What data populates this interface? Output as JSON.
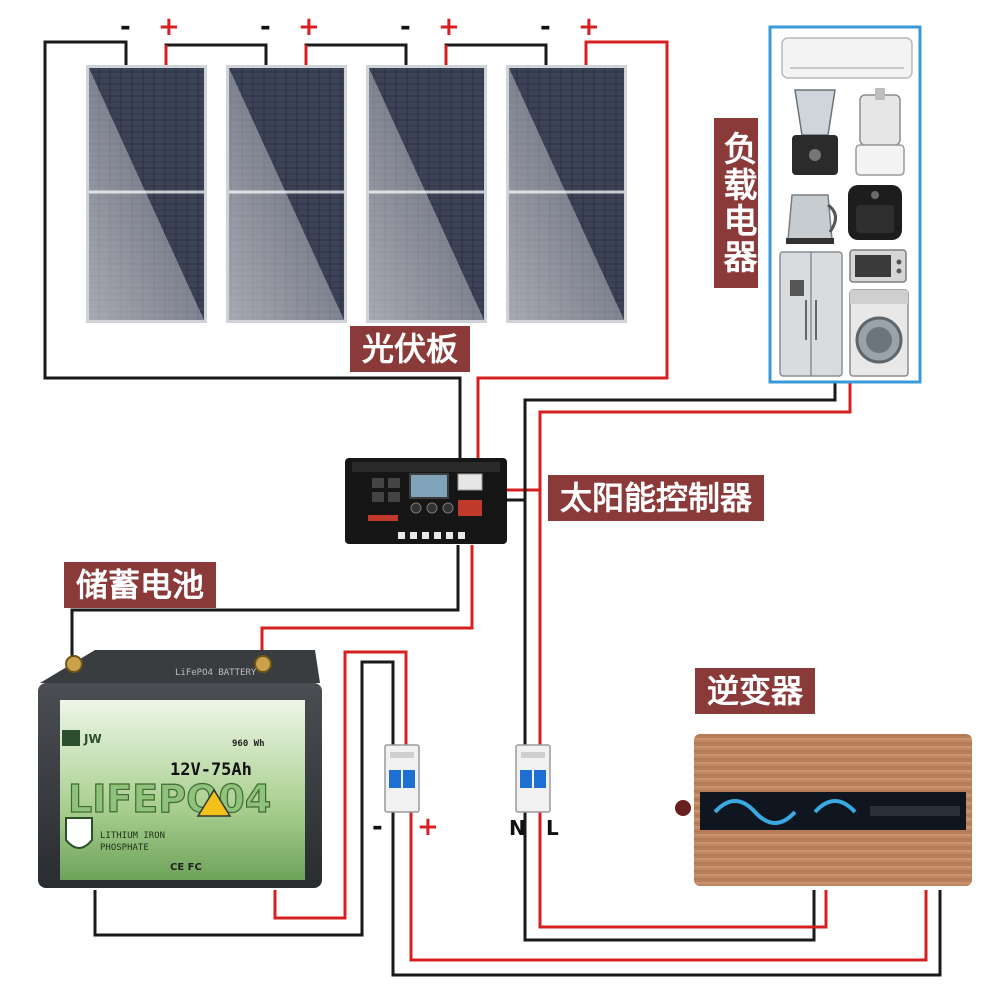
{
  "labels": {
    "pv_panels": "光伏板",
    "load": "负载电器",
    "controller": "太阳能控制器",
    "battery": "储蓄电池",
    "inverter": "逆变器"
  },
  "panel_terminals": [
    {
      "neg": "-",
      "pos": "+"
    },
    {
      "neg": "-",
      "pos": "+"
    },
    {
      "neg": "-",
      "pos": "+"
    },
    {
      "neg": "-",
      "pos": "+"
    }
  ],
  "breaker_dc": {
    "neg": "-",
    "pos": "+"
  },
  "breaker_ac": {
    "n": "N",
    "l": "L"
  },
  "battery_face": {
    "brand": "JW",
    "model": "LIFEPO04",
    "rating": "12V-75Ah",
    "energy": "960 Wh",
    "chem_line1": "LITHIUM IRON",
    "chem_line2": "PHOSPHATE",
    "top_label": "LiFePO4 BATTERY",
    "marks": "CE FC"
  },
  "colors": {
    "wire_red": "#d62020",
    "wire_black": "#1a1a1a",
    "label_bg": "#8b3a3a",
    "load_border": "#3a9ad9"
  }
}
